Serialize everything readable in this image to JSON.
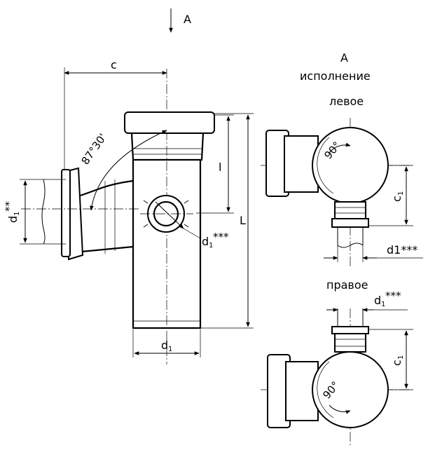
{
  "view_marker": {
    "letter": "A"
  },
  "view_title": {
    "letter": "A",
    "line1": "исполнение",
    "left_label": "левое",
    "right_label": "правое"
  },
  "dimensions": {
    "c": "c",
    "l": "l",
    "L": "L",
    "d1_bottom_main": "d",
    "d1_bottom_sub": "1",
    "d1_left_main": "d",
    "d1_left_sub": "1",
    "d1_left_stars": "**",
    "d1_side_main": "d",
    "d1_side_sub": "1",
    "d1_side_stars": "***",
    "c1_top_main": "c",
    "c1_top_sub": "1",
    "c1_bottom_main": "c",
    "c1_bottom_sub": "1",
    "d1_left_view": "d1***",
    "d1_right_main": "d",
    "d1_right_sub": "1",
    "d1_right_stars": "***"
  },
  "angles": {
    "branch": "87°30'",
    "left_view": "90°",
    "right_view": "90°"
  }
}
